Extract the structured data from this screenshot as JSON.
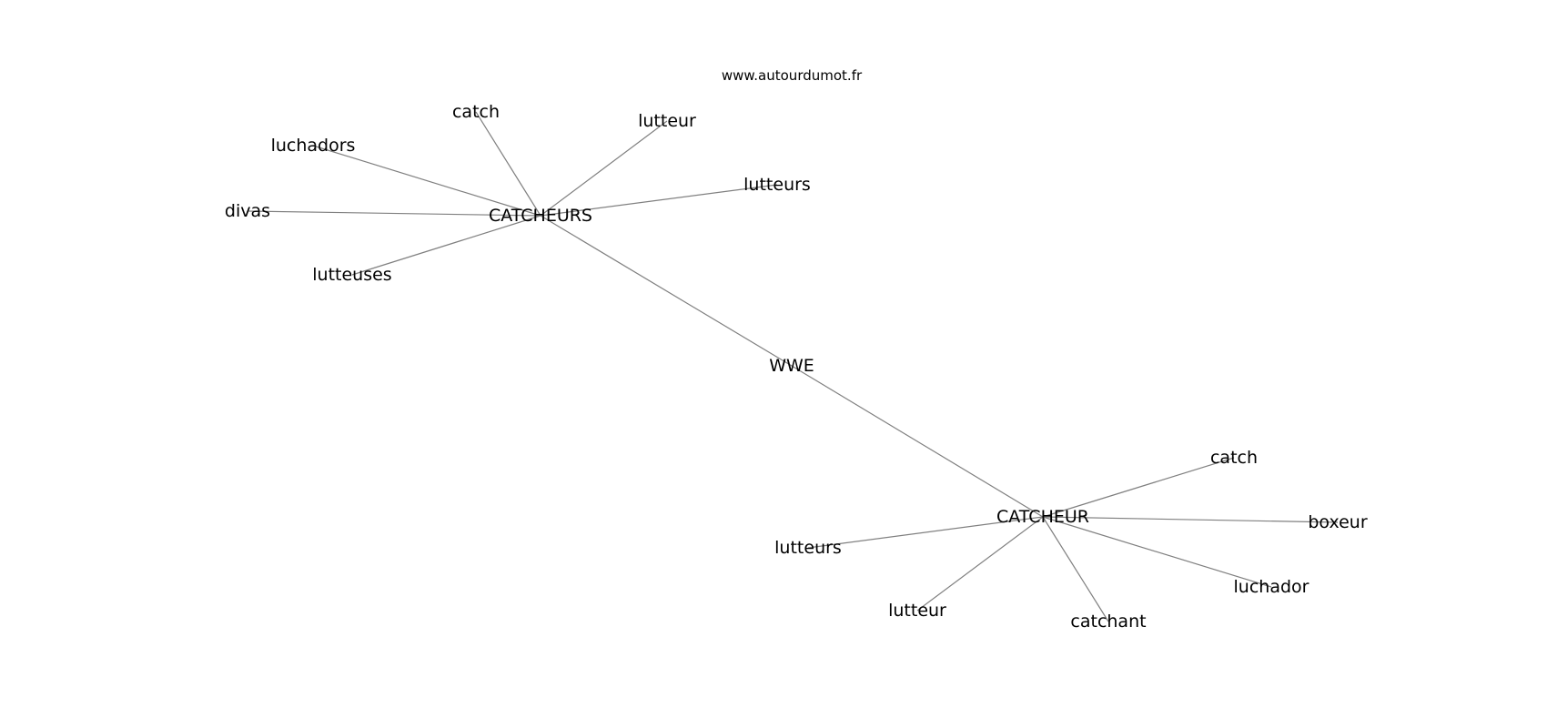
{
  "watermark": "www.autourdumot.fr",
  "graph": {
    "nodes": [
      {
        "id": "wwe",
        "label": "WWE"
      },
      {
        "id": "catcheurs",
        "label": "CATCHEURS"
      },
      {
        "id": "catcheur",
        "label": "CATCHEUR"
      },
      {
        "id": "catch-1",
        "label": "catch"
      },
      {
        "id": "lutteur-1",
        "label": "lutteur"
      },
      {
        "id": "luchadors",
        "label": "luchadors"
      },
      {
        "id": "lutteurs-1",
        "label": "lutteurs"
      },
      {
        "id": "divas",
        "label": "divas"
      },
      {
        "id": "lutteuses",
        "label": "lutteuses"
      },
      {
        "id": "catch-2",
        "label": "catch"
      },
      {
        "id": "boxeur",
        "label": "boxeur"
      },
      {
        "id": "lutteurs-2",
        "label": "lutteurs"
      },
      {
        "id": "luchador",
        "label": "luchador"
      },
      {
        "id": "lutteur-2",
        "label": "lutteur"
      },
      {
        "id": "catchant",
        "label": "catchant"
      }
    ],
    "edges": [
      [
        "wwe",
        "catcheurs"
      ],
      [
        "wwe",
        "catcheur"
      ],
      [
        "catcheurs",
        "catch-1"
      ],
      [
        "catcheurs",
        "lutteur-1"
      ],
      [
        "catcheurs",
        "luchadors"
      ],
      [
        "catcheurs",
        "lutteurs-1"
      ],
      [
        "catcheurs",
        "divas"
      ],
      [
        "catcheurs",
        "lutteuses"
      ],
      [
        "catcheur",
        "catch-2"
      ],
      [
        "catcheur",
        "boxeur"
      ],
      [
        "catcheur",
        "lutteurs-2"
      ],
      [
        "catcheur",
        "luchador"
      ],
      [
        "catcheur",
        "lutteur-2"
      ],
      [
        "catcheur",
        "catchant"
      ]
    ]
  }
}
